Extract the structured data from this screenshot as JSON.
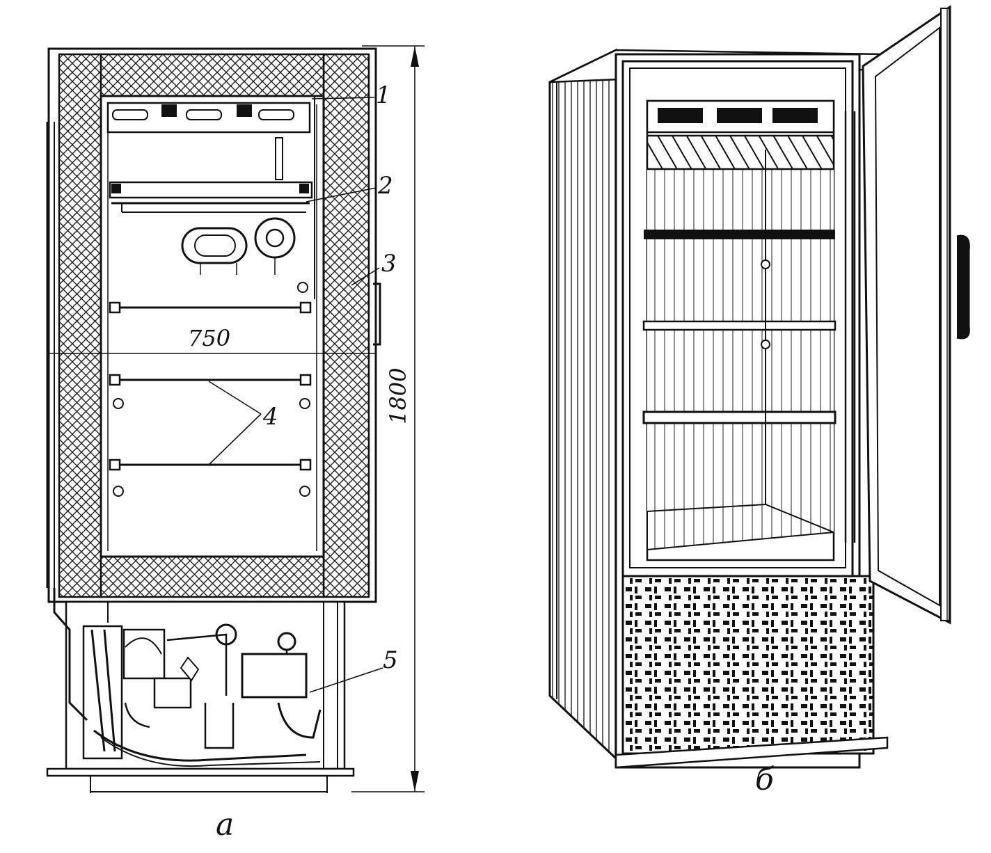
{
  "colors": {
    "ink": "#111111",
    "paper": "#ffffff",
    "insulation": "#2a2a2a"
  },
  "figure_a": {
    "caption": "а",
    "dimension_width": "750",
    "dimension_height": "1800",
    "callouts": [
      "1",
      "2",
      "3",
      "4",
      "5"
    ]
  },
  "figure_b": {
    "caption": "б"
  }
}
